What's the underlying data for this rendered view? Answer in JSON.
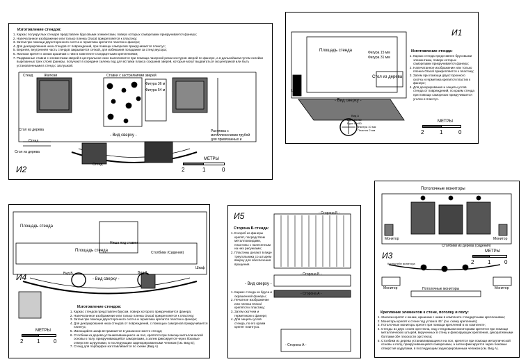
{
  "sheet_i2": {
    "id": "И2",
    "heading": "Изготовление стендов:",
    "steps": [
      "Каркас полукруглых стендов представлен брусовыми элементами, поверх которых саморезами прикручивается фанера;",
      "Напечатанное изображение или только пленка Oracal прикрепляется к пластику;",
      "Затем при помощи двухсторонного скотча и герметика крепится пластик к фанере;",
      "Для декорирования низа стендов от повреждений, при помощи саморезов прикручивается плинтус;",
      "Верхняя, внутренняя часть стендов закрывается сеткой, для избежания попадания за стенд мусора;",
      "Жалюзи крепят к окнам аршинам с ним в комплекте стандартными креплениями;",
      "Раздвижные ставни с элементами зверей в центральное окно выполняются при помощи лазерной резки контуров зверей по фанере, а в дальнейшем путем склейки вырезанных трех слоев фанеры, получают в середине силена под для вставки плакса сохранив зверей, которые могут выдвигаться эксцентрикой или быть установленными в стенд с заглушкой."
    ],
    "labels": [
      "Стенд",
      "Жалюзи",
      "Ставни с застрелкиями зверей",
      "Фигура 36 м",
      "Фигура 54 м",
      "Стол из дерева",
      "Растяжка с металлическими трубой для привязанных и",
      "Стенд",
      "Стол из дерева",
      "Стенд"
    ],
    "view_label": "- Вид сверху -",
    "scale_label": "МЕТРЫ",
    "scale_ticks": [
      "2",
      "1",
      "0"
    ]
  },
  "sheet_i1": {
    "id": "И1",
    "heading": "Изготовление стенда:",
    "steps": [
      "Каркас стенда представлен брусовыми элементами, поверх которых саморезами прикручивается фанера;",
      "Напечатанное изображение или только пленка Oracal прикрепляется к пластику;",
      "Затем при помощи двухсторонного скотча и герметика крепится пластик к фанере;",
      "Для декорирования и защиты углов стенда от повреждений, по краям стенда при помощи саморезов прикручивается уголок и плинтус."
    ],
    "labels": [
      "Площадь стенда",
      "Фигура 15 мм",
      "Фигура 31 мм",
      "Стол из дерева",
      "Шкаф",
      "Брус 50х50",
      "Брус 50х50",
      "Фанера 10 мм",
      "Пластик 2 мм",
      "Вид А"
    ],
    "view_label": "- Вид сверху -",
    "scale_label": "МЕТРЫ",
    "scale_ticks": [
      "2",
      "1",
      "0"
    ]
  },
  "sheet_i4": {
    "id": "И4",
    "heading": "Изготовление стендов:",
    "steps": [
      "Каркас стендов представлен брусом, поверх которого прикручивается фанера;",
      "Напечатанное изображение или только пленка Oracal прикрепляется к пластику;",
      "Затем при помощи двухсторонного скотча и герметика крепится пластик к фанере;",
      "Для декорирования низа стендов от повреждений, с помощью саморезов прикручивается плинтус;",
      "Имеющийся шкаф встраивается в указанное место стенда;",
      "Столбики из дерева устанавливающиеся на пол, крепятся при помощи металлической основы к полу, прикручивающейся саморезами, а затем фиксируется через боковые отверстия шуруппами, в последующим задекорированными чепиком (см. Вид Б);",
      "Стенд для порбарфке изготавливается по схеме (Вид А)"
    ],
    "labels": [
      "Площадь стенда",
      "Площадь стенда",
      "Ниша под ставни",
      "Столбики (Сидения)",
      "Шкаф",
      "Вид Б",
      "Вид А"
    ],
    "view_label": "- Вид сверху -",
    "scale_label": "МЕТРЫ",
    "scale_ticks": [
      "2",
      "1",
      "0"
    ]
  },
  "sheet_i5": {
    "id": "И5",
    "side_b_heading": "Сторона Б стенда:",
    "side_b_steps": [
      "В короб из фанеры крепят, посредством металлоиоидами, пластины с нанесенным на них рисунками;",
      "Пластины делают в виде треугольника со штырем вверху для обеспечения вращения."
    ],
    "view_label": "- Вид сверху -",
    "steps": [
      "Каркас стенда из бруса и окрашенной фанеры;",
      "Печатное изображение или пленка Oracal крепятся к пластику;",
      "Затем скотчем и герметиком к фанере;",
      "Для защиты углов стенда, по его краям крепят плинтуса."
    ],
    "labels": [
      "- Сторона Б -",
      "- Сторона Б -",
      "- Сторона А -",
      "- Сторона А -"
    ]
  },
  "sheet_i3": {
    "id": "И3",
    "labels": [
      "Потолочные мониторы",
      "Монитор",
      "Монитор",
      "Столбики из дерева (сидения)",
      "Кронштейн монитора",
      "Монитор",
      "Монитор",
      "Потолочные мониторы"
    ],
    "heading": "Крепление элементов к стене, потолку и полу:",
    "steps": [
      "Жалюзи крепят к окнам, аршинам с ними в комплекте стандартными креплениями;",
      "Мониторы крепят к стене под углом в 45° (см. схему крепления);",
      "Потолочные мониторы крепят при помощи креплений в их комплекте;",
      "Стенды из двух слоев оргстекла, над стендовыми мониторами крепятся при помощи металлических штырей, вкрученных в стену и фиксирующих крепления, декоративными болтами обе плоскости оргстекла;",
      "Столбики из дерева устанавливающиеся на пол, крепятся при помощи металлической основы к полу, прикручивающейся саморезами, а затем фиксируется через боковые отверстия шурупами, в последующим задекорированным чепиком (см. Вид А)."
    ],
    "scale_label": "МЕТРЫ",
    "scale_ticks": [
      "2",
      "1",
      "0"
    ]
  }
}
